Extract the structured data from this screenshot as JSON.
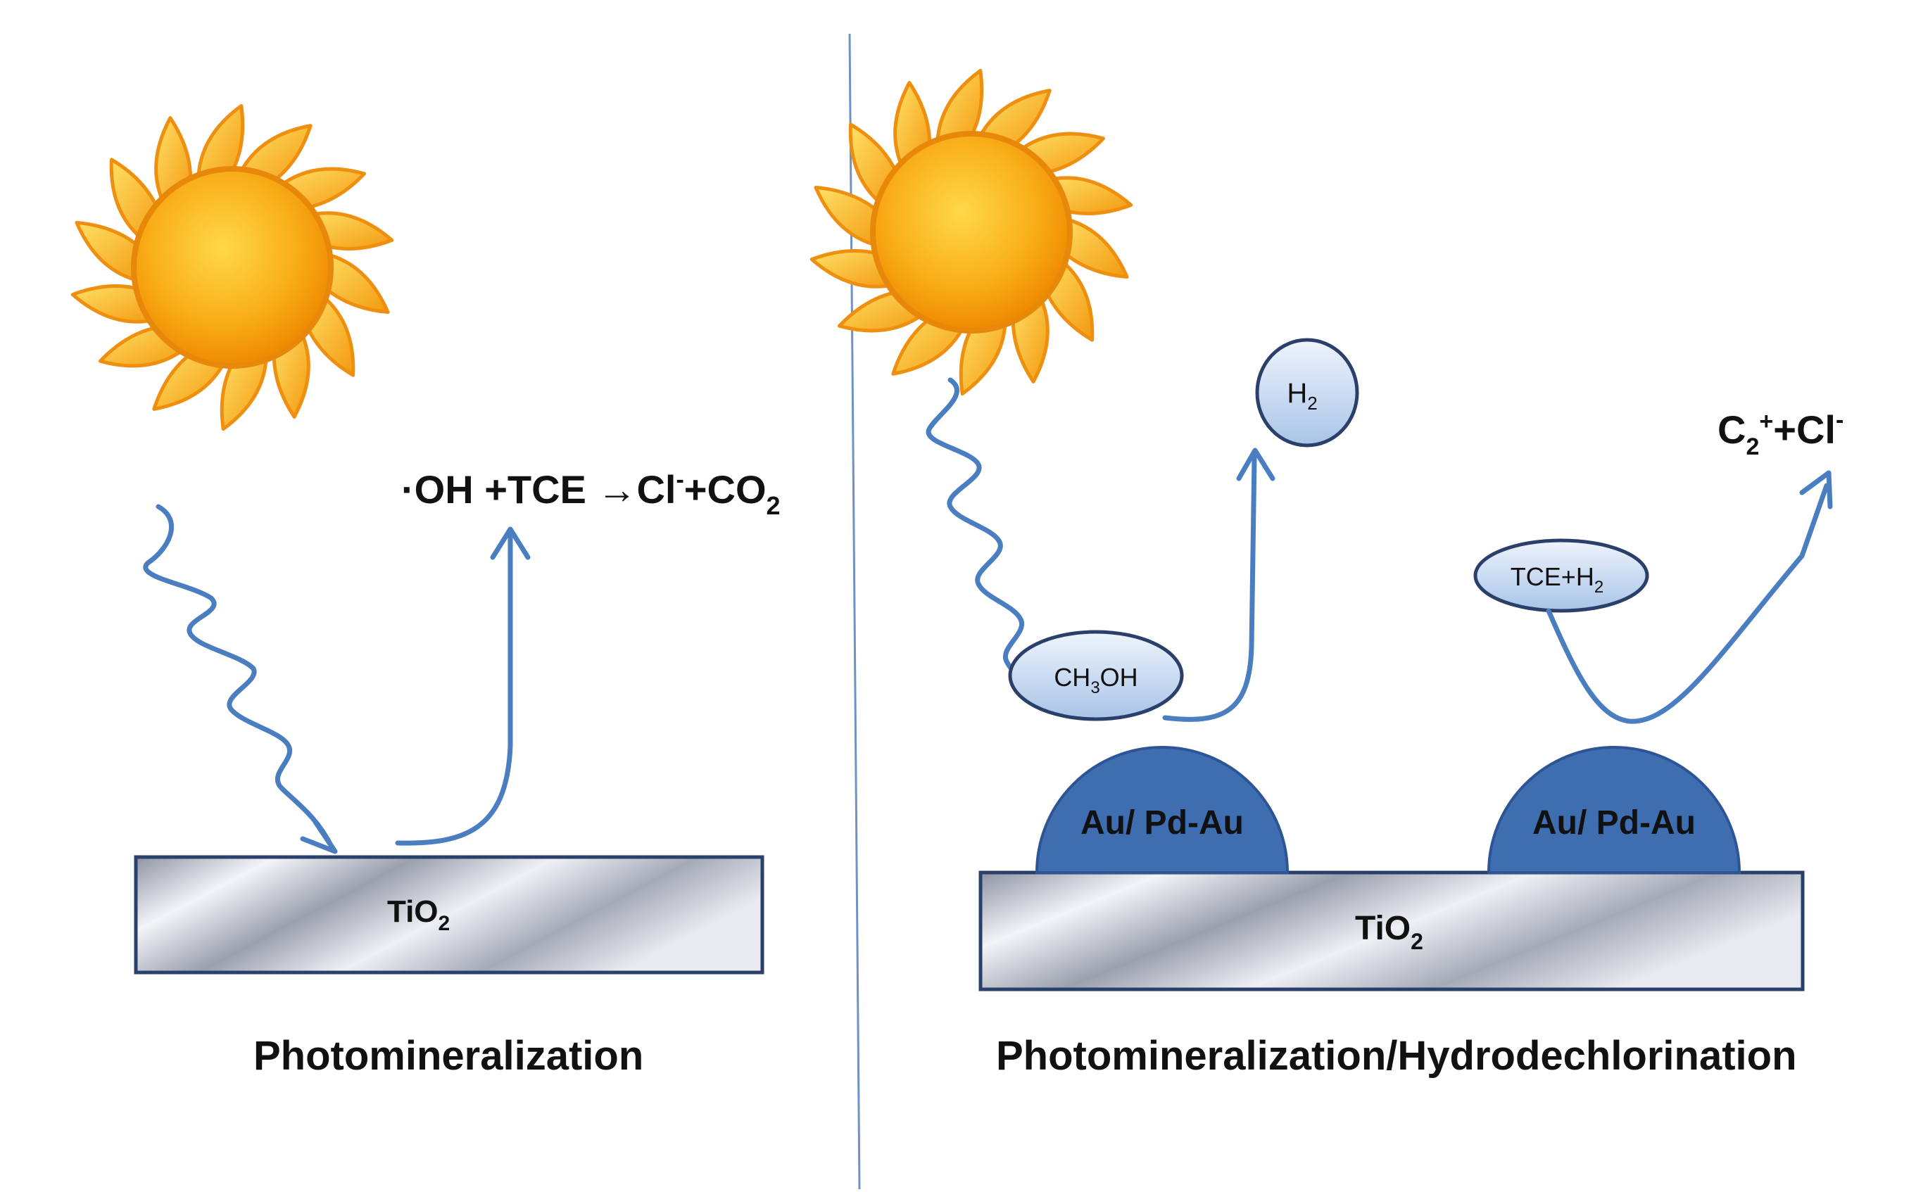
{
  "left_panel": {
    "caption": "Photomineralization",
    "substrate": {
      "base": "TiO",
      "sub": "2"
    },
    "reaction": {
      "text1": "·OH +TCE →Cl",
      "sup1": "-",
      "text2": "+CO",
      "sub2": "2"
    }
  },
  "right_panel": {
    "caption": "Photomineralization/Hydrodechlorination",
    "substrate": {
      "base": "TiO",
      "sub": "2"
    },
    "particle_label": "Au/ Pd-Au",
    "methanol": {
      "a": "CH",
      "sub": "3",
      "b": "OH"
    },
    "hydrogen": {
      "a": "H",
      "sub": "2"
    },
    "tce_h2": {
      "a": "TCE+H",
      "sub": "2"
    },
    "products": {
      "a": "C",
      "sub": "2",
      "sup": "+",
      "b": "+Cl",
      "sup2": "-"
    }
  },
  "colors": {
    "arrow": "#4a7ec0",
    "particle": "#3e6db0",
    "bubble_fill": "#c6d9f1",
    "sun_core": "#f7a400",
    "sun_ray": "#f9c01a"
  }
}
